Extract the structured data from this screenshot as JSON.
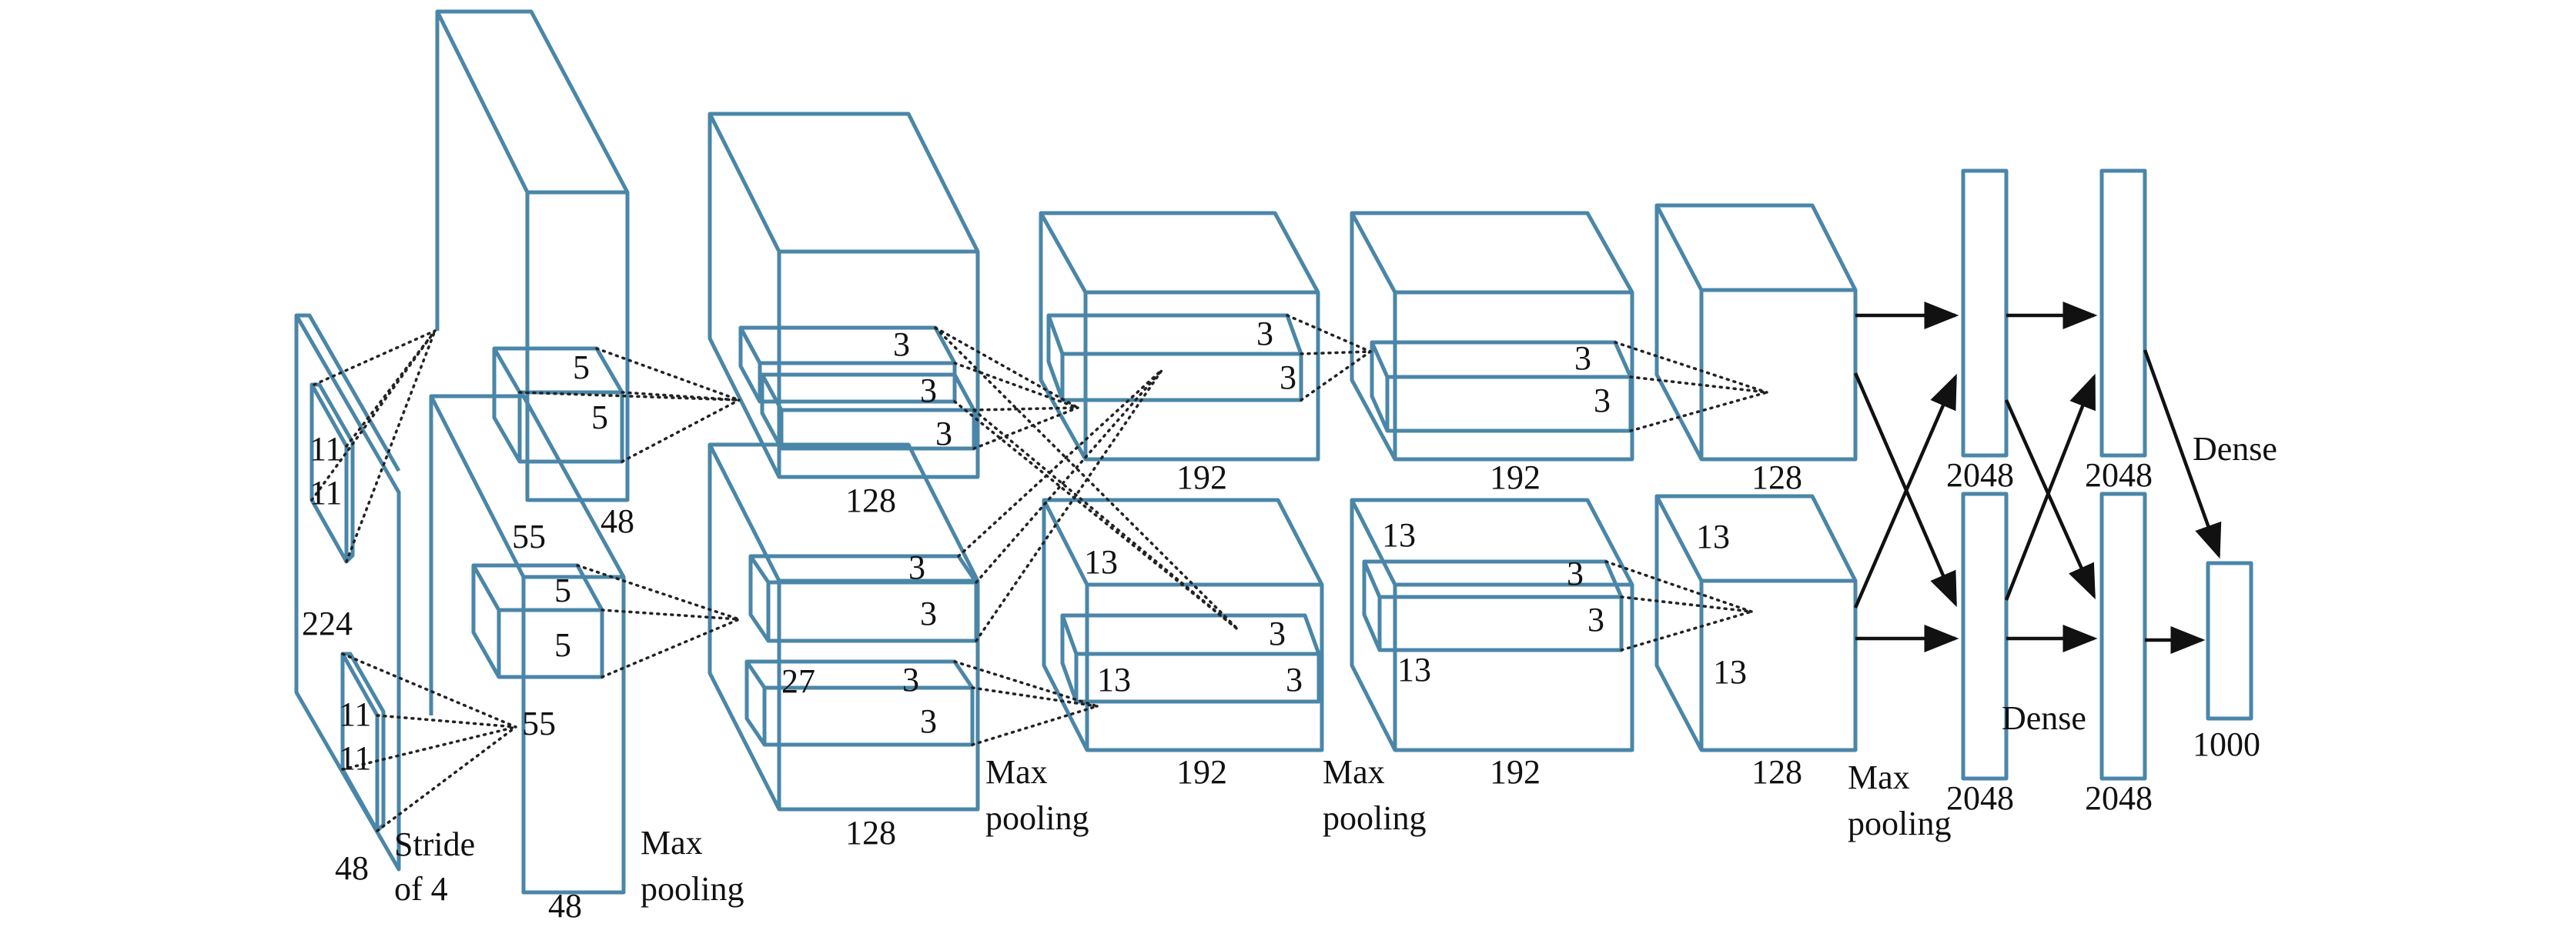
{
  "colors": {
    "box_stroke": "#4a86a8",
    "connector": "#222222",
    "arrow": "#111111",
    "text": "#111111"
  },
  "input": {
    "size": "224",
    "depth": "48",
    "kernel_h_top": "11",
    "kernel_w_top": "11",
    "kernel_h_bottom": "11",
    "kernel_w_bottom": "11",
    "stride_line1": "Stride",
    "stride_line2": "of 4"
  },
  "conv1": {
    "kernel_top_a": "5",
    "kernel_top_b": "5",
    "kernel_bot_a": "5",
    "kernel_bot_b": "5",
    "height": "55",
    "width": "55",
    "depth_top": "48",
    "depth_bottom": "48"
  },
  "pool1": {
    "line1": "Max",
    "line2": "pooling"
  },
  "conv2": {
    "k_top_1": "3",
    "k_top_2": "3",
    "k_top_3": "3",
    "k_bot_1": "3",
    "k_bot_2": "3",
    "k_bot_3": "3",
    "k_bot_4": "3",
    "size_bottom": "27",
    "depth_top": "128",
    "depth_bottom": "128"
  },
  "pool2": {
    "line1": "Max",
    "line2": "pooling"
  },
  "conv3": {
    "k_top_1": "3",
    "k_top_2": "3",
    "k_bot_1": "3",
    "k_bot_2": "3",
    "size_a": "13",
    "size_b": "13",
    "depth_top": "192",
    "depth_bottom": "192"
  },
  "pool3": {
    "line1": "Max",
    "line2": "pooling"
  },
  "conv4": {
    "k_top_1": "3",
    "k_top_2": "3",
    "k_bot_1": "3",
    "k_bot_2": "3",
    "size_a": "13",
    "size_b": "13",
    "depth_top": "192",
    "depth_bottom": "192"
  },
  "conv5": {
    "size_a": "13",
    "size_b": "13",
    "depth_top": "128",
    "depth_bottom": "128"
  },
  "pool5": {
    "line1": "Max",
    "line2": "pooling"
  },
  "dense1": {
    "top": "2048",
    "bottom": "2048",
    "label": "Dense"
  },
  "dense2": {
    "top": "2048",
    "bottom": "2048"
  },
  "output": {
    "size": "1000",
    "label": "Dense"
  }
}
